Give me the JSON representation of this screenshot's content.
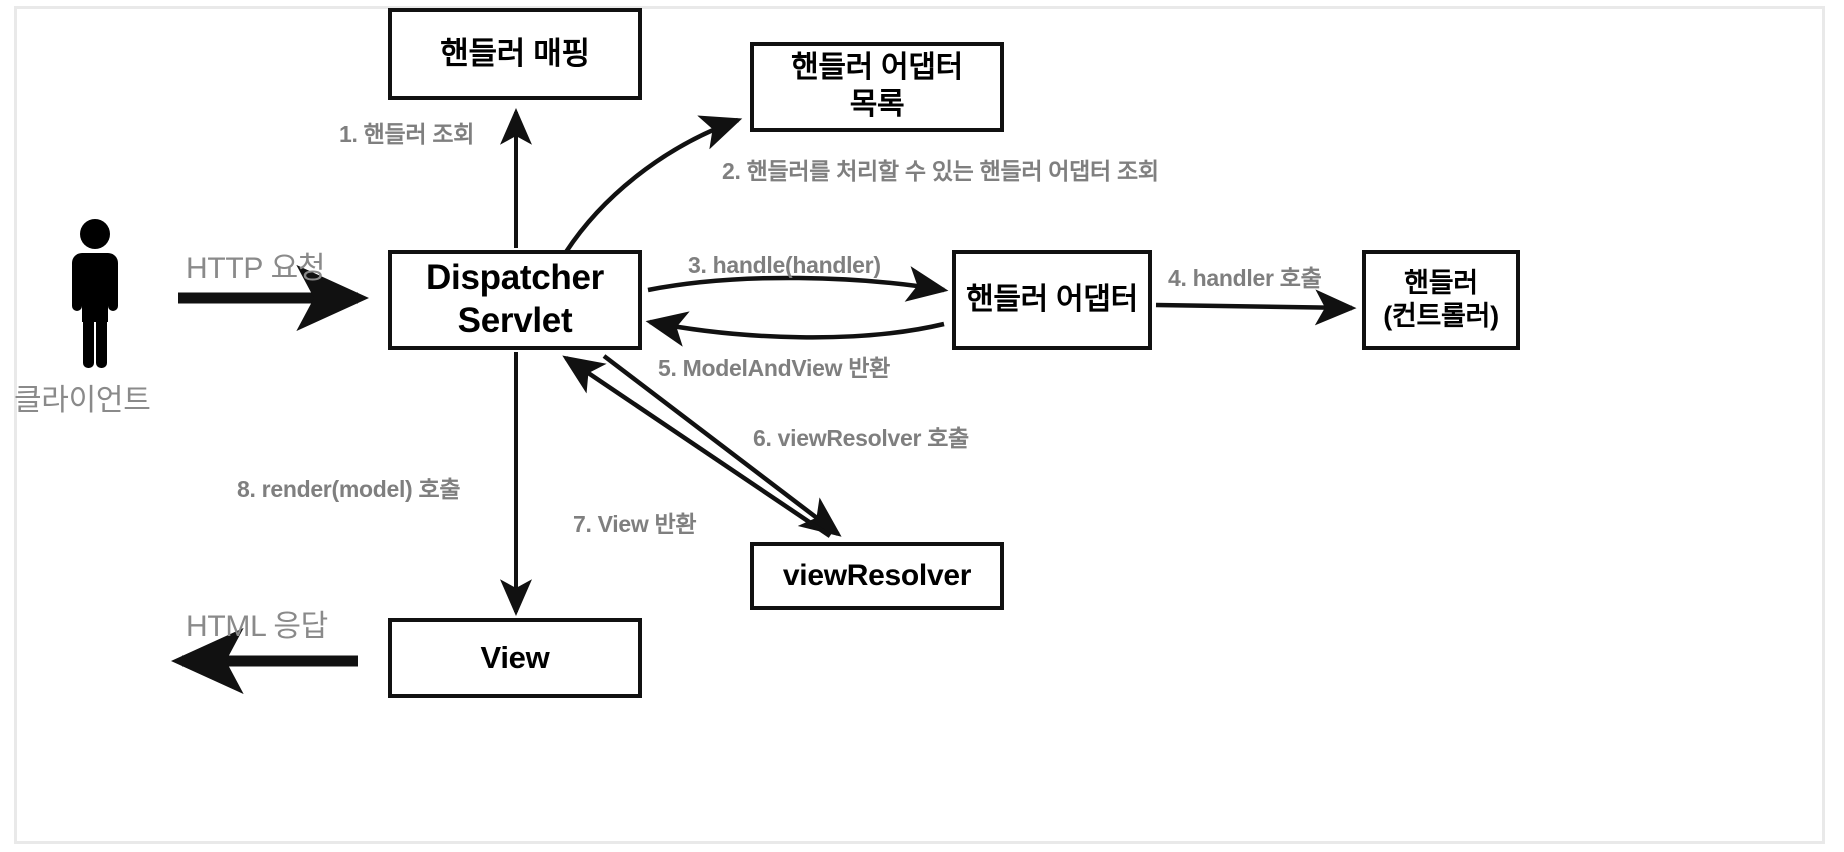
{
  "diagram": {
    "title": "Spring MVC DispatcherServlet 요청 처리 흐름",
    "colors": {
      "node_border": "#111111",
      "node_fill": "#ffffff",
      "arrow": "#111111",
      "label_text": "#7f7f7f",
      "plain_label_text": "#8a8a8a",
      "background": "#ffffff",
      "frame": "#e9e9e9"
    },
    "actor": {
      "icon": "person-icon",
      "label": "클라이언트"
    },
    "nodes": [
      {
        "id": "handler-mapping",
        "label": "핸들러 매핑"
      },
      {
        "id": "adapter-list",
        "label": "핸들러 어댑터\n목록"
      },
      {
        "id": "dispatcher",
        "label": "Dispatcher\nServlet"
      },
      {
        "id": "handler-adapter",
        "label": "핸들러 어댑터"
      },
      {
        "id": "handler",
        "label": "핸들러\n(컨트롤러)"
      },
      {
        "id": "viewresolver",
        "label": "viewResolver"
      },
      {
        "id": "view",
        "label": "View"
      }
    ],
    "edge_labels": {
      "step1": "1. 핸들러 조회",
      "step2": "2. 핸들러를 처리할 수 있는 핸들러 어댑터 조회",
      "step3": "3. handle(handler)",
      "step4": "4. handler 호출",
      "step5": "5. ModelAndView 반환",
      "step6": "6. viewResolver 호출",
      "step7": "7. View 반환",
      "step8": "8. render(model) 호출",
      "http_request": "HTTP 요청",
      "http_response": "HTML 응답"
    }
  }
}
